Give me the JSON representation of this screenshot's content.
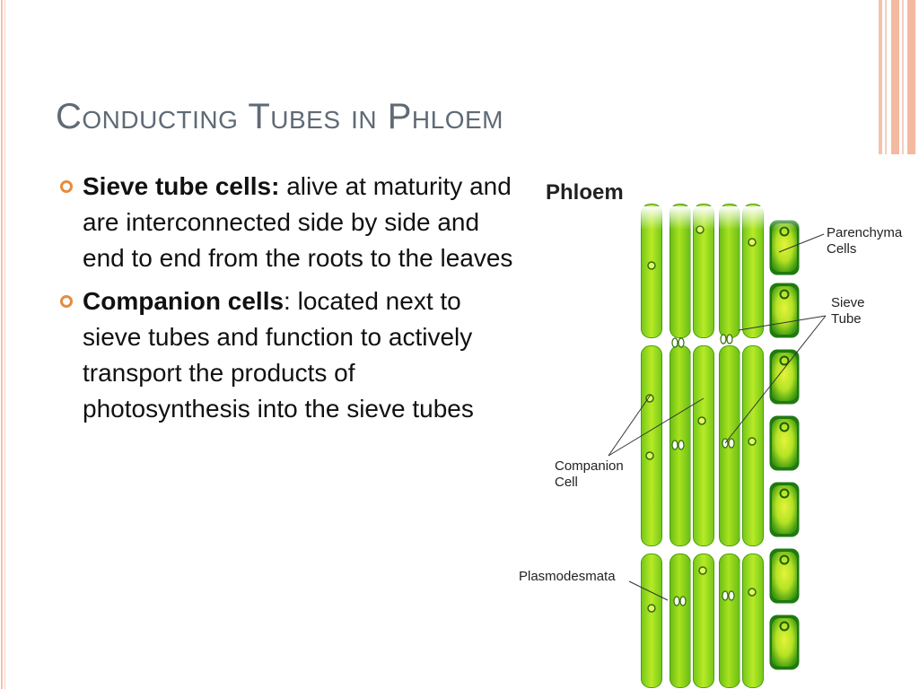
{
  "slide": {
    "title": "Conducting Tubes in Phloem",
    "bullets": [
      {
        "term": "Sieve tube cells:",
        "text": " alive at maturity and are interconnected side by side and end to end from the roots to the leaves"
      },
      {
        "term": "Companion cells",
        "text": ": located next to sieve tubes and function to actively transport the products of photosynthesis into the sieve tubes"
      }
    ]
  },
  "diagram": {
    "heading": "Phloem",
    "labels": {
      "parenchyma_line1": "Parenchyma",
      "parenchyma_line2": "Cells",
      "sieve_line1": "Sieve",
      "sieve_line2": "Tube",
      "companion_line1": "Companion",
      "companion_line2": "Cell",
      "plasmodesmata": "Plasmodesmata"
    }
  },
  "colors": {
    "title": "#5f6a75",
    "bullet_marker": "#e58c3f",
    "accent_stripe": "#f4b9a0",
    "cell_green": "#7ed21c",
    "cell_edge": "#3f8f0a",
    "cell_yellow": "#d9f03a"
  }
}
